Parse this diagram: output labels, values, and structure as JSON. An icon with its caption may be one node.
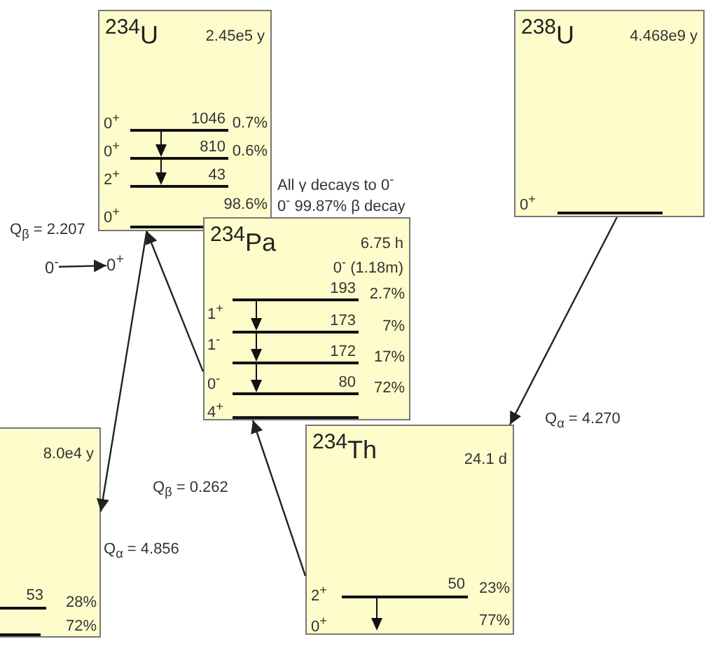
{
  "diagram": {
    "nodes": [
      {
        "text": [
          "$^{234}$U",
          "2.45e5 y",
          "0$^{+}$",
          "1046",
          "0.7%",
          "0$^{+}$",
          "810",
          "0.6%",
          "2$^{+}$",
          "43",
          "0$^{+}$",
          "98.6%"
        ]
      },
      {
        "text": [
          "$^{238}$U",
          "4.468e9 y",
          "0$^{+}$"
        ]
      },
      {
        "text": [
          "$^{234}$Pa",
          "6.75 h",
          "0$^{-}$ (1.18m)",
          "193",
          "2.7%",
          "1$^{+}$",
          "173",
          "7%",
          "1$^{-}$",
          "172",
          "17%",
          "0$^{-}$",
          "80",
          "72%",
          "4$^{+}$"
        ]
      },
      {
        "text": [
          "8.0e4 y",
          "53",
          "28%",
          "72%"
        ]
      },
      {
        "text": [
          "$^{234}$Th",
          "24.1 d",
          "2$^{+}$",
          "50",
          "23%",
          "0$^{+}$",
          "77%"
        ]
      },
      {
        "text": [
          "0$^{-}$"
        ]
      },
      {
        "text": [
          "0$^{+}$"
        ]
      }
    ],
    "edges": [
      {
        "from": 1,
        "to": 4,
        "arrow": "to",
        "label": "Q$_{α}$ = 4.270"
      },
      {
        "from": 4,
        "to": 2,
        "arrow": "to",
        "label": "Q$_{β}$ = 0.262"
      },
      {
        "from": 2,
        "to": 0,
        "arrow": "to",
        "label": "Q$_{β}$ = 2.207"
      },
      {
        "from": 0,
        "to": 3,
        "arrow": "to",
        "label": "Q$_{α}$ = 4.856"
      },
      {
        "from": 5,
        "to": 6,
        "arrow": "to"
      }
    ],
    "labels": [
      "All γ decays to 0$^{-}$",
      "0$^{-}$ 99.87% β decay"
    ]
  }
}
